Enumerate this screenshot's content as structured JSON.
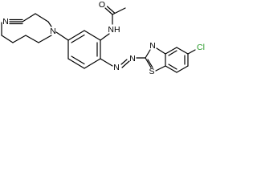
{
  "colors": {
    "bond": "#000000",
    "chlorine": "#2a9b2a",
    "background": "#ffffff"
  },
  "labels": {
    "nitrile_n": "N",
    "amine_n": "N",
    "amide_o": "O",
    "amide_nh": "NH",
    "azo_n1": "N",
    "azo_n2": "N",
    "thiazole_n": "N",
    "thiazole_s": "S",
    "chlorine": "Cl"
  }
}
